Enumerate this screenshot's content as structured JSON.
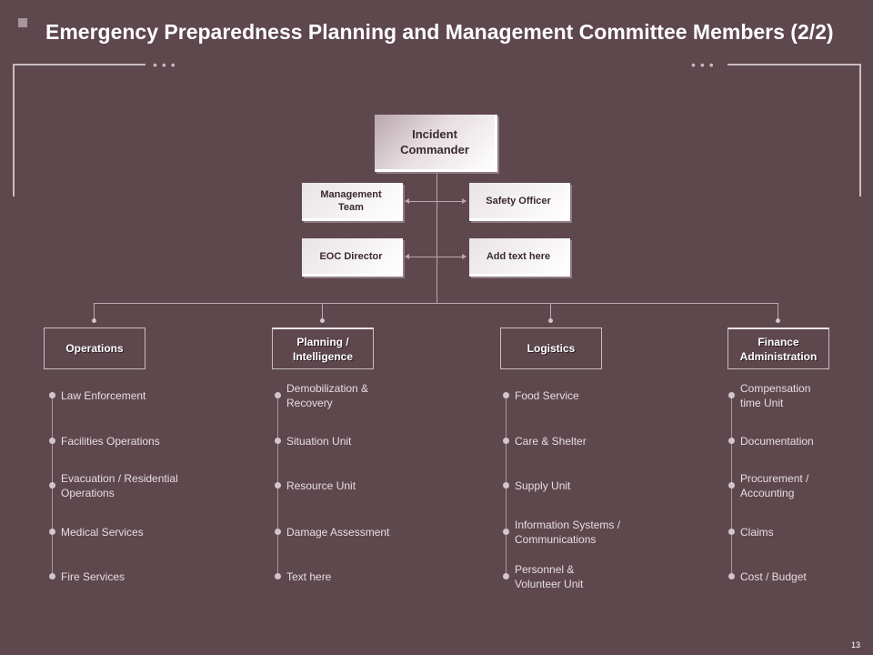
{
  "header": {
    "title": "Emergency Preparedness Planning and Management Committee Members (2/2)"
  },
  "commander": {
    "label": "Incident Commander"
  },
  "staff": {
    "management_team": "Management Team",
    "safety_officer": "Safety Officer",
    "eoc_director": "EOC Director",
    "add_text": "Add text here"
  },
  "departments": [
    {
      "label": "Operations",
      "units": [
        "Law Enforcement",
        "Facilities Operations",
        "Evacuation / Residential Operations",
        "Medical Services",
        "Fire Services"
      ]
    },
    {
      "label": "Planning / Intelligence",
      "units": [
        "Demobilization & Recovery",
        "Situation Unit",
        "Resource Unit",
        "Damage Assessment",
        "Text here"
      ]
    },
    {
      "label": "Logistics",
      "units": [
        "Food Service",
        "Care & Shelter",
        "Supply Unit",
        "Information Systems / Communications",
        "Personnel & Volunteer Unit"
      ]
    },
    {
      "label": "Finance Administration",
      "units": [
        "Compensation time Unit",
        "Documentation",
        "Procurement / Accounting",
        "Claims",
        "Cost / Budget"
      ]
    }
  ],
  "footer": {
    "page_number": "13"
  },
  "colors": {
    "background": "#5e474d",
    "accent": "#c9bcc0",
    "box_light": "#ffffff"
  }
}
